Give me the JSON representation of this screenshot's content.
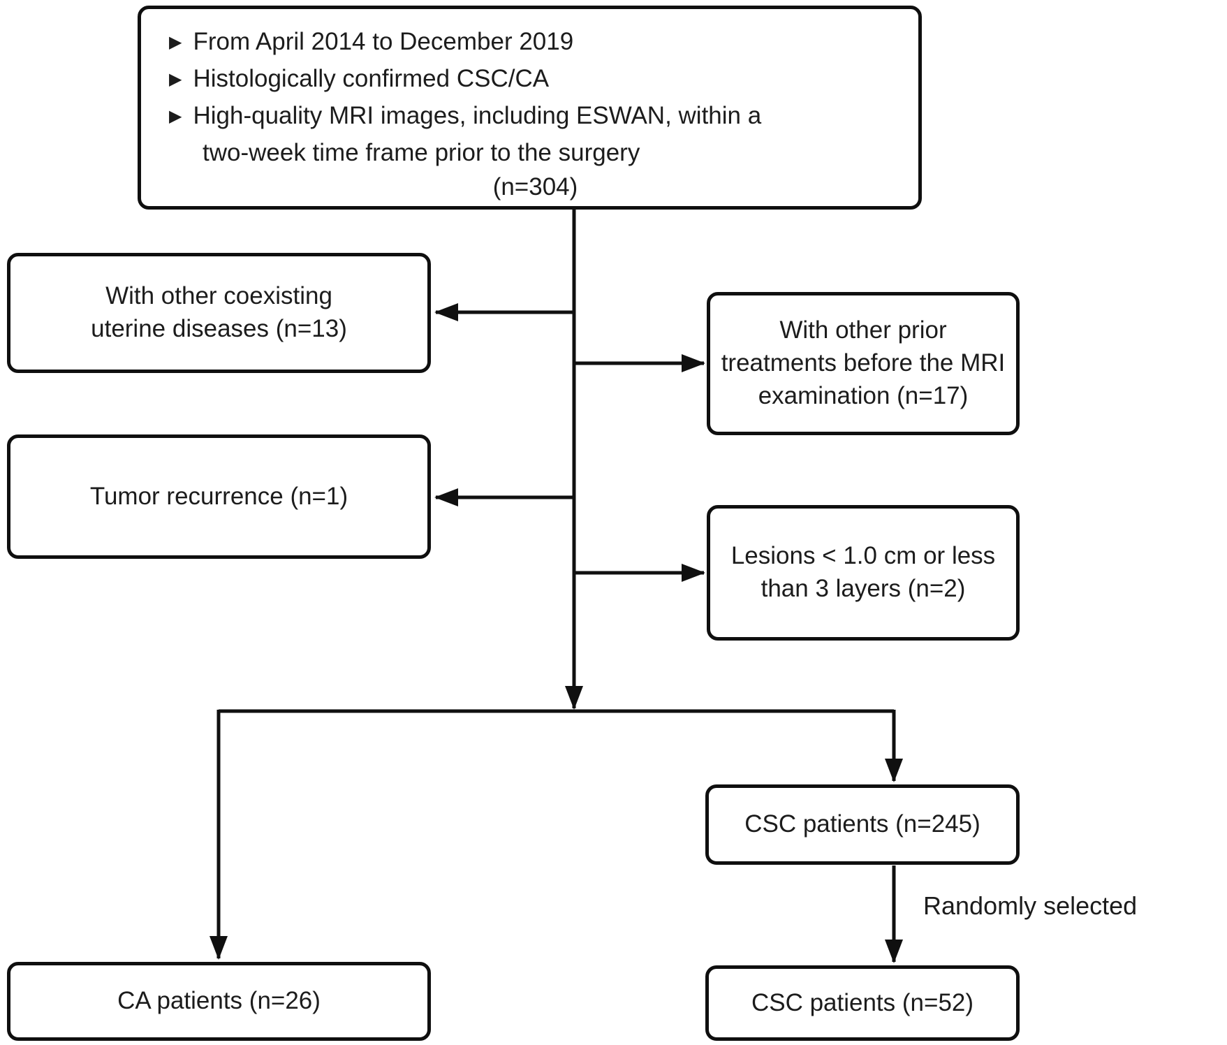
{
  "diagram": {
    "type": "flowchart",
    "inclusion_box": {
      "bullet_glyph": "▶",
      "bullet_1": "From April 2014 to December 2019",
      "bullet_2": "Histologically confirmed CSC/CA",
      "bullet_3_line_1": "High-quality MRI images, including ESWAN, within a",
      "bullet_3_line_2": "two-week time frame prior to the surgery",
      "count_label": "(n=304)",
      "n": 304
    },
    "exclusions": {
      "coexisting": {
        "text": "With other coexisting\nuterine diseases (n=13)",
        "n": 13
      },
      "prior_treatments": {
        "text": "With other prior\ntreatments before the MRI\nexamination (n=17)",
        "n": 17
      },
      "recurrence": {
        "text": "Tumor recurrence (n=1)",
        "n": 1
      },
      "small_lesions": {
        "text": "Lesions < 1.0 cm or less\nthan 3 layers (n=2)",
        "n": 2
      }
    },
    "outcomes": {
      "csc_all": {
        "text": "CSC patients (n=245)",
        "n": 245
      },
      "ca": {
        "text": "CA patients (n=26)",
        "n": 26
      },
      "csc_selected": {
        "text": "CSC patients (n=52)",
        "n": 52
      }
    },
    "edge_label": "Randomly selected",
    "colors": {
      "line": "#101010",
      "box_border": "#0f0f0f",
      "text": "#1c1c1c",
      "background": "#ffffff"
    }
  }
}
